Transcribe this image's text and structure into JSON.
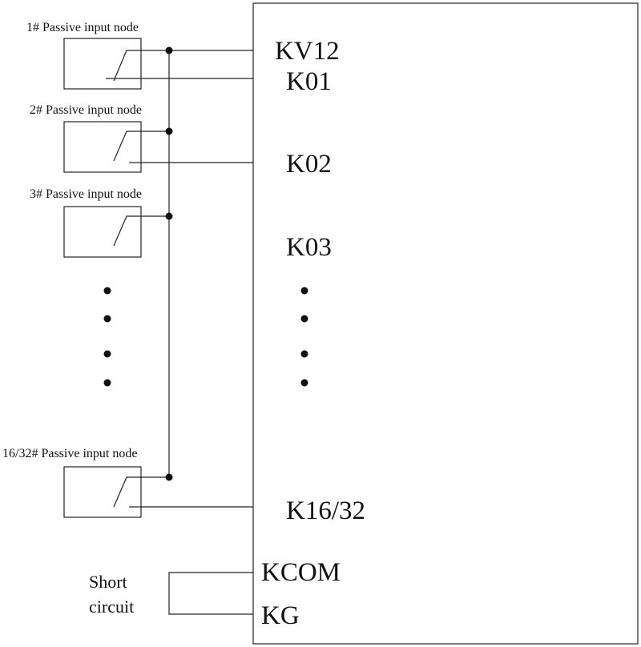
{
  "nodes": [
    {
      "label": "1# Passive input node"
    },
    {
      "label": "2# Passive input node"
    },
    {
      "label": "3# Passive input node"
    },
    {
      "label": "16/32# Passive input node"
    }
  ],
  "terminals": {
    "kv12": "KV12",
    "k01": "K01",
    "k02": "K02",
    "k03": "K03",
    "k16_32": "K16/32",
    "kcom": "KCOM",
    "kg": "KG"
  },
  "short_circuit": {
    "line1": "Short",
    "line2": "circuit"
  },
  "colors": {
    "line": "#222222",
    "dot": "#111111",
    "background": "#ffffff"
  }
}
